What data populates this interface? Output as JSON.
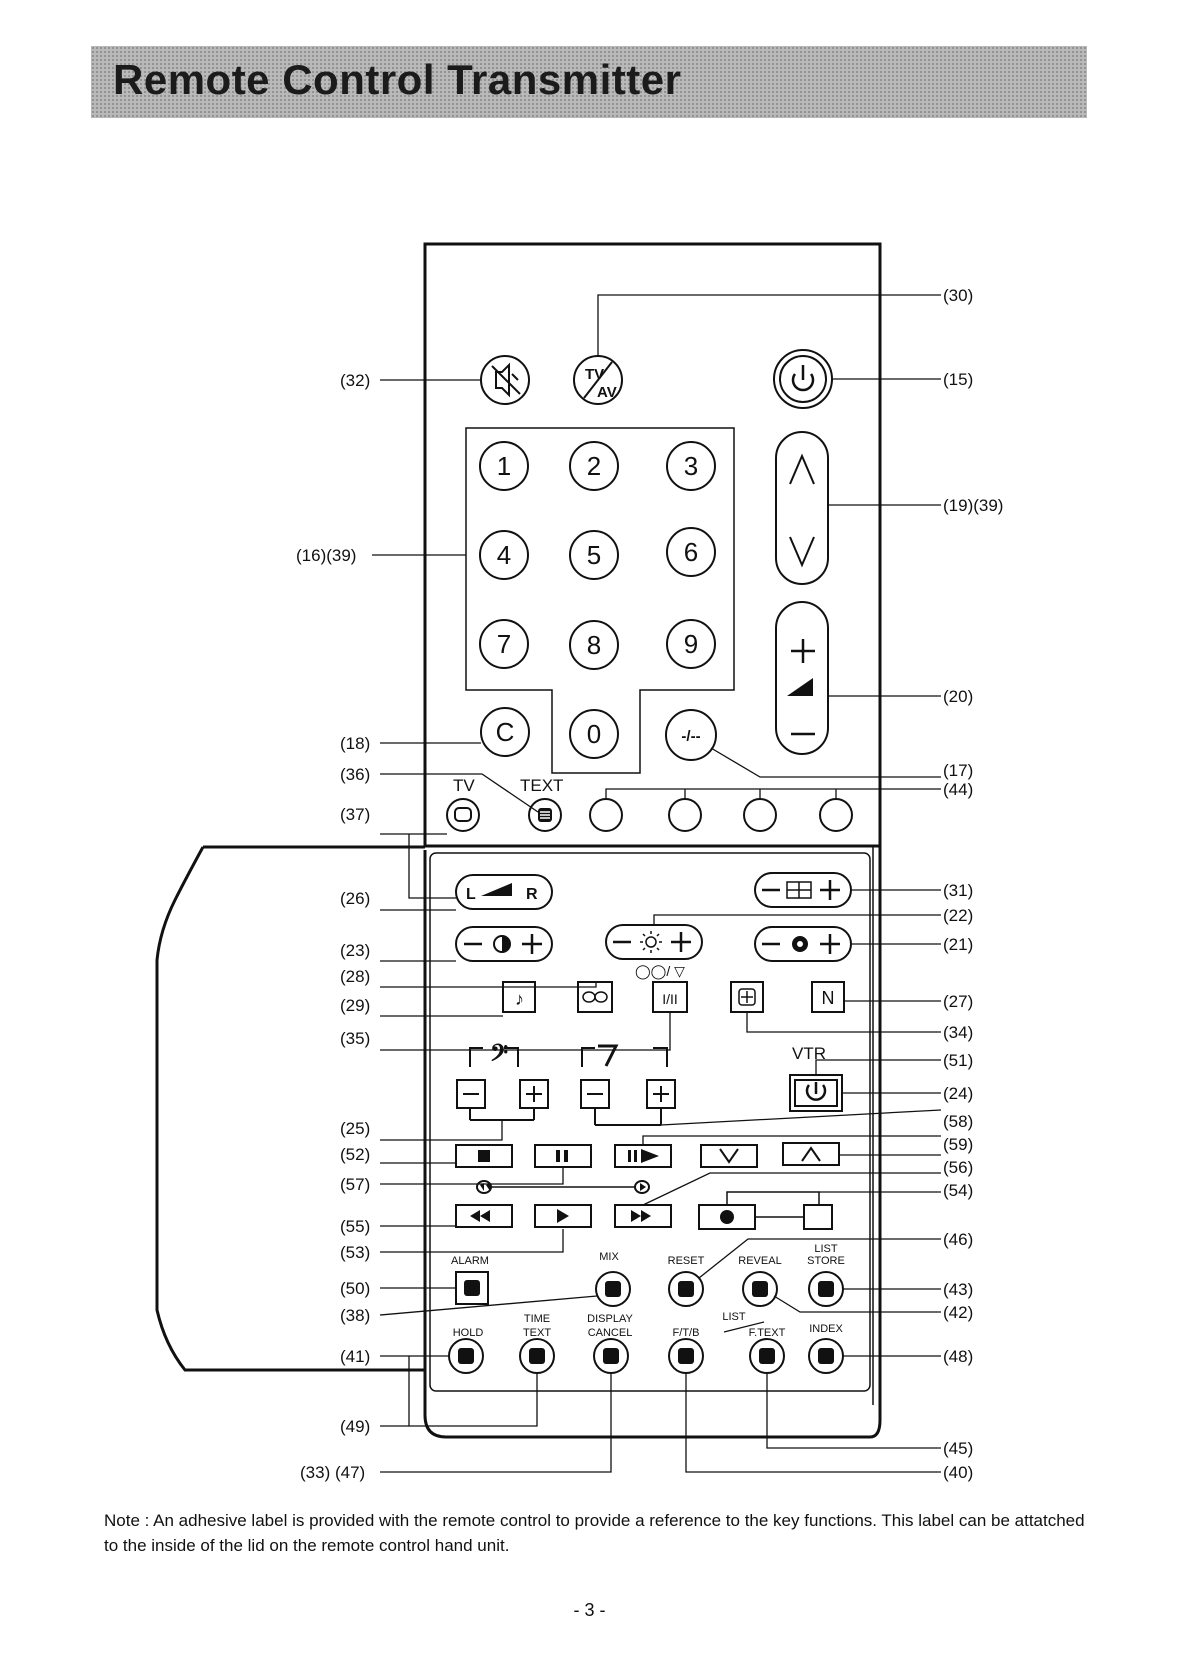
{
  "title": "Remote Control Transmitter",
  "callouts": {
    "c30": "(30)",
    "c32": "(32)",
    "c15": "(15)",
    "c19_39": "(19)(39)",
    "c16_39": "(16)(39)",
    "c20": "(20)",
    "c18": "(18)",
    "c17": "(17)",
    "c36": "(36)",
    "c44": "(44)",
    "c37": "(37)",
    "c26": "(26)",
    "c31": "(31)",
    "c22": "(22)",
    "c23": "(23)",
    "c21": "(21)",
    "c28": "(28)",
    "c29": "(29)",
    "c27": "(27)",
    "c35": "(35)",
    "c34": "(34)",
    "c51": "(51)",
    "c24": "(24)",
    "c25": "(25)",
    "c58": "(58)",
    "c52": "(52)",
    "c59": "(59)",
    "c57": "(57)",
    "c56": "(56)",
    "c54": "(54)",
    "c55": "(55)",
    "c46": "(46)",
    "c53": "(53)",
    "c50": "(50)",
    "c43": "(43)",
    "c38": "(38)",
    "c42": "(42)",
    "c41": "(41)",
    "c48": "(48)",
    "c49": "(49)",
    "c45": "(45)",
    "c33_47": "(33) (47)",
    "c40": "(40)"
  },
  "keys": {
    "digits": [
      "1",
      "2",
      "3",
      "4",
      "5",
      "6",
      "7",
      "8",
      "9",
      "0"
    ],
    "clear": "C",
    "dash": "-/--",
    "tv_av": "TV/AV",
    "tv_label": "TV",
    "text_label": "TEXT",
    "balance_l": "L",
    "balance_r": "R",
    "stereo_i_ii": "I/II",
    "normal": "N",
    "stereo_symbol": "◯◯/ ▽",
    "vtr": "VTR",
    "alarm": "ALARM",
    "mix": "MIX",
    "reset": "RESET",
    "reveal": "REVEAL",
    "list_store_1": "LIST",
    "list_store_2": "STORE",
    "time_text_1": "TIME",
    "time_text_2": "TEXT",
    "display_cancel_1": "DISPLAY",
    "display_cancel_2": "CANCEL",
    "hold": "HOLD",
    "ftb": "F/T/B",
    "list_ftext_1": "LIST",
    "list_ftext_2": "F.TEXT",
    "index": "INDEX"
  },
  "note": "Note : An adhesive label is provided with the remote control to provide a reference to the key functions. This label can be attatched to the inside of the lid on the remote control hand unit.",
  "page_number": "- 3 -"
}
